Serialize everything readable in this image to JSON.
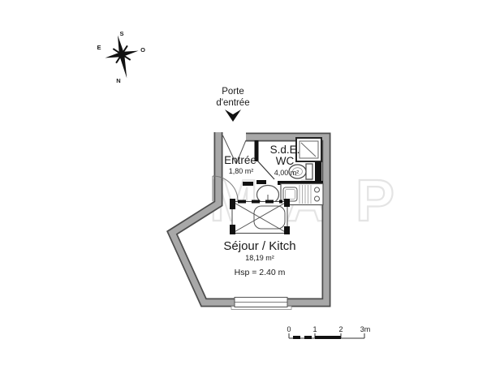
{
  "compass": {
    "south": "S",
    "west": "O",
    "north": "N",
    "east": "E"
  },
  "entry_door": {
    "line1": "Porte",
    "line2": "d'entrée"
  },
  "rooms": {
    "entree": {
      "name": "Entrée",
      "area": "1,80 m²"
    },
    "sde_wc": {
      "line1": "S.d.E.",
      "line2": "WC",
      "area": "4,00 m²"
    },
    "sejour": {
      "name": "Séjour / Kitch",
      "area": "18,19 m²",
      "height": "Hsp = 2.40 m"
    }
  },
  "scale_bar": {
    "labels": [
      "0",
      "1",
      "2",
      "3m"
    ]
  },
  "watermark": {
    "text": "MAP"
  },
  "colors": {
    "wall_fill": "#a8a8a8",
    "wall_edge": "#4d4d4d",
    "partition": "#111111",
    "fixture_line": "#555555",
    "text": "#1a1a1a"
  }
}
